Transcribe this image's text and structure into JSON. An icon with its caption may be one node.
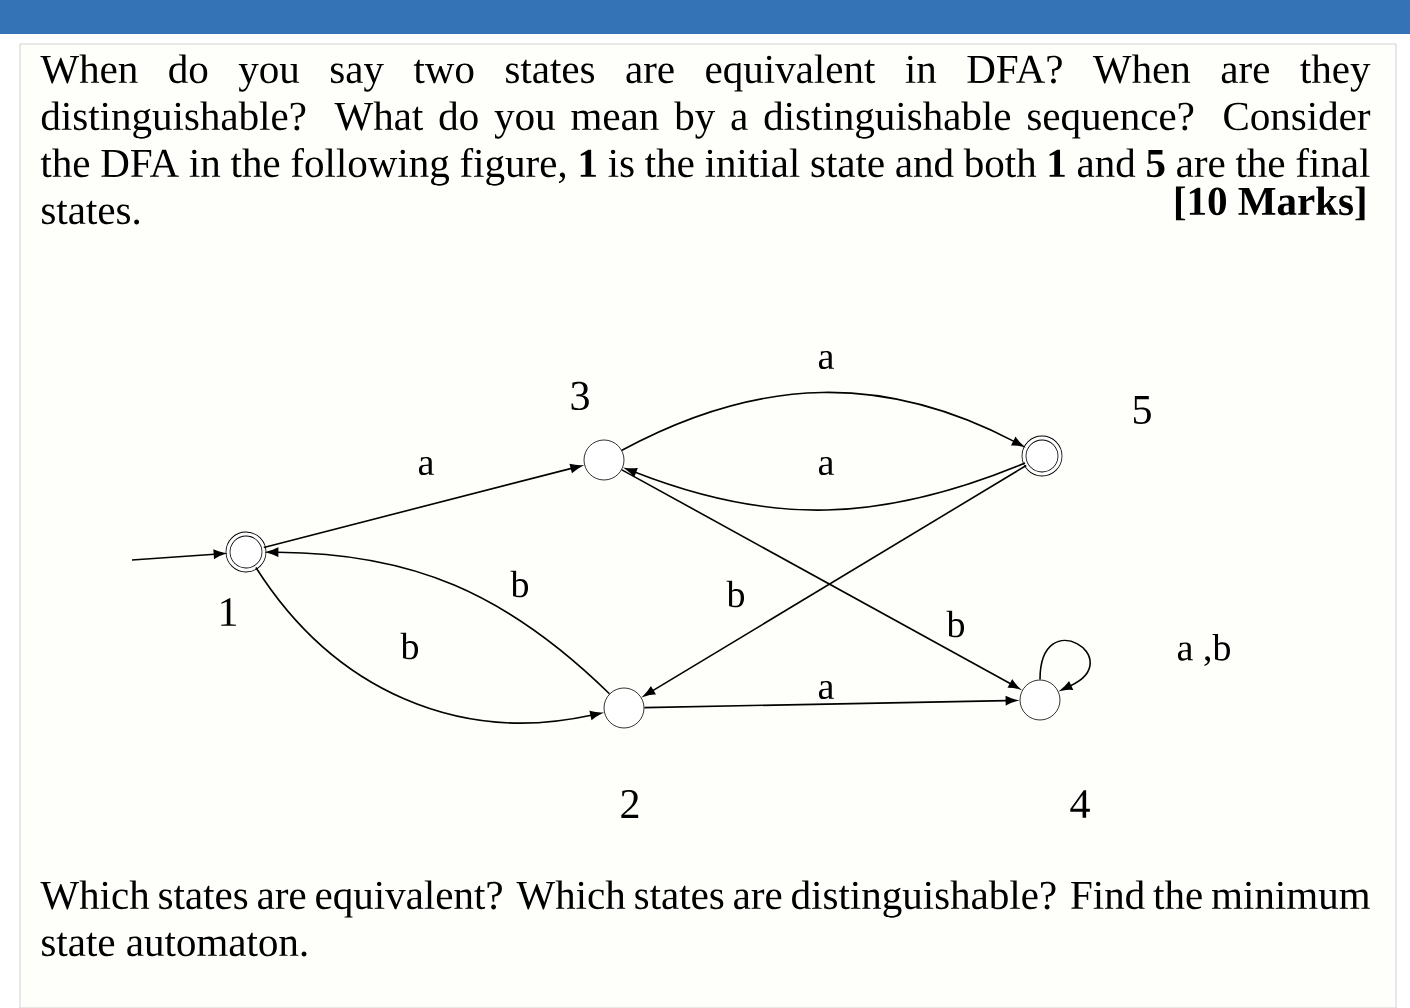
{
  "diagram": {
    "nodes": [
      {
        "text": [],
        "shape": "double-circle",
        "beside": [
          "1"
        ]
      },
      {
        "text": [],
        "shape": "circle",
        "beside": [
          "2"
        ]
      },
      {
        "text": [],
        "shape": "circle",
        "beside": [
          "3"
        ]
      },
      {
        "text": [],
        "shape": "circle",
        "beside": [
          "4"
        ]
      },
      {
        "text": [],
        "shape": "double-circle",
        "beside": [
          "5"
        ]
      }
    ],
    "edges": [
      {
        "from": null,
        "to": 0,
        "arrow": "to"
      },
      {
        "from": 0,
        "to": 2,
        "arrow": "to",
        "label": "a"
      },
      {
        "from": 0,
        "to": 1,
        "arrow": "to",
        "label": "b"
      },
      {
        "from": 1,
        "to": 0,
        "arrow": "to",
        "label": "b"
      },
      {
        "from": 2,
        "to": 4,
        "arrow": "to",
        "label": "a"
      },
      {
        "from": 4,
        "to": 2,
        "arrow": "to",
        "label": "a"
      },
      {
        "from": 2,
        "to": 3,
        "arrow": "to",
        "label": "b"
      },
      {
        "from": 4,
        "to": 1,
        "arrow": "to",
        "label": "b"
      },
      {
        "from": 1,
        "to": 3,
        "arrow": "to",
        "label": "a"
      },
      {
        "from": 3,
        "to": 3,
        "arrow": "to",
        "label": "a ,b"
      }
    ],
    "labels": [
      "When do you say two states are equivalent in DFA? When are they distinguishable? What do you mean by a distinguishable sequence? Consider the DFA in the following figure, **1** is the initial state and both **1** and **5** are the final states.",
      "[10 Marks]",
      "Which states are equivalent? Which states are distinguishable? Find the minimum state automaton."
    ]
  }
}
